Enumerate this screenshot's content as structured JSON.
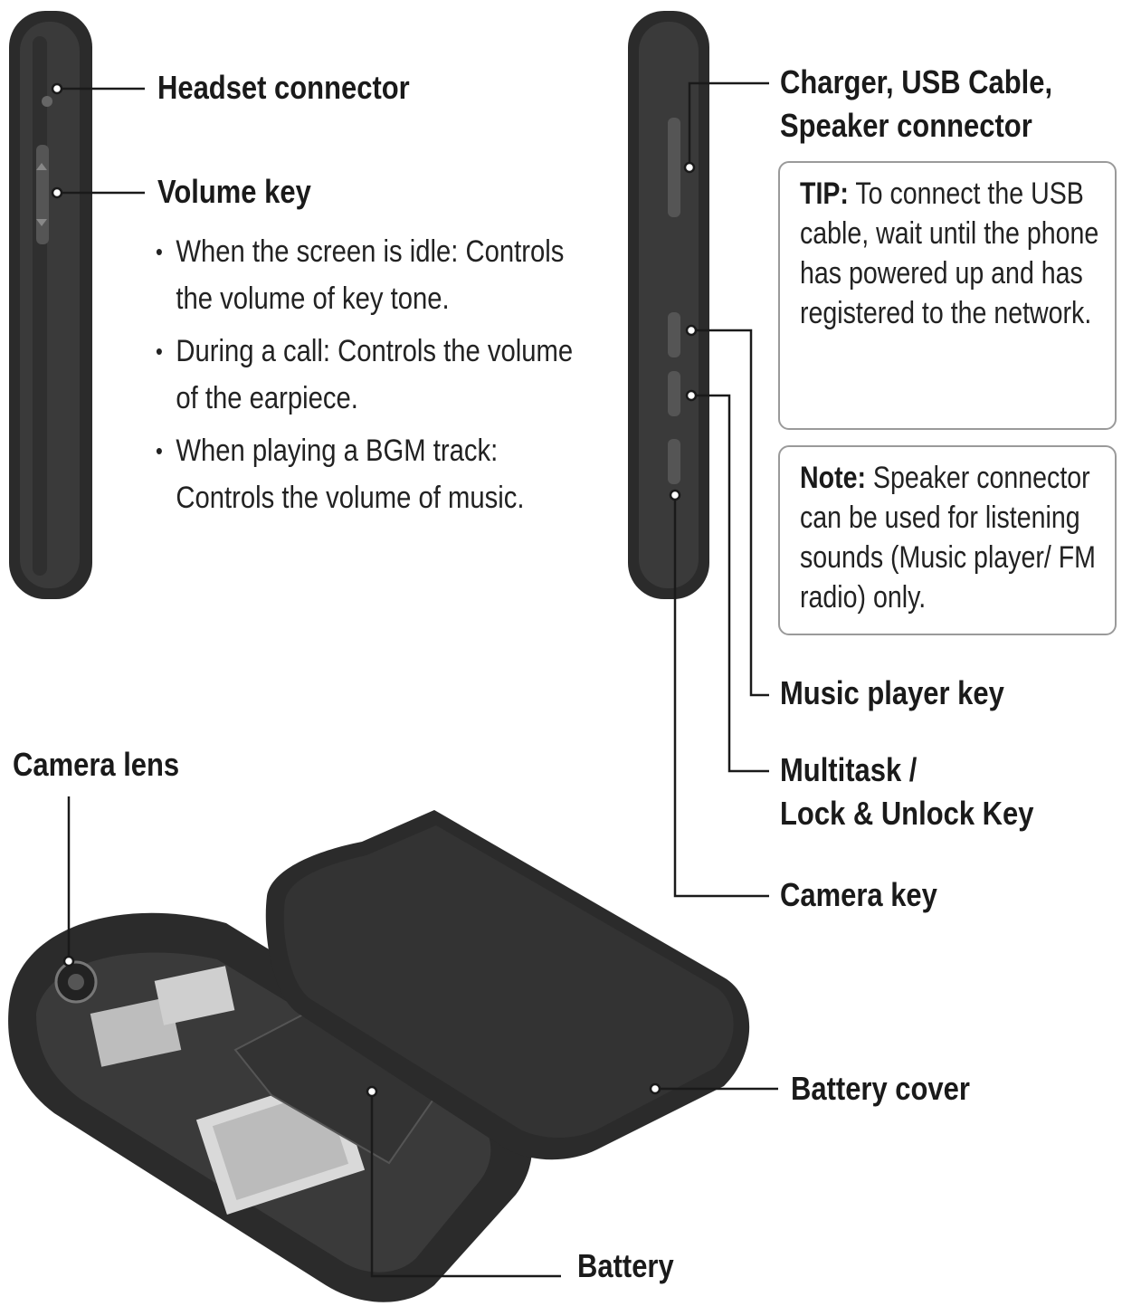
{
  "labels": {
    "headset_connector": "Headset connector",
    "volume_key": "Volume key",
    "charger_line1": "Charger, USB Cable,",
    "charger_line2": "Speaker connector",
    "music_player_key": "Music player key",
    "multitask_line1": "Multitask /",
    "multitask_line2": "Lock & Unlock Key",
    "camera_key": "Camera key",
    "camera_lens": "Camera lens",
    "battery_cover": "Battery cover",
    "battery": "Battery"
  },
  "volume_bullets": [
    "When the screen is idle: Controls the volume of key tone.",
    "During a call: Controls the volume of the earpiece.",
    "When playing a BGM track: Controls the volume of music."
  ],
  "tip": {
    "keyword": "TIP:",
    "text": " To connect the USB cable, wait until the phone has powered up and has registered to the network."
  },
  "note": {
    "keyword": "Note:",
    "text": " Speaker connector can be used for listening sounds (Music player/ FM radio) only."
  },
  "colors": {
    "phone_body": "#2b2b2b",
    "phone_edge": "#4a4a4a",
    "leader_line": "#1a1a1a",
    "box_border": "#9a9a9a"
  }
}
